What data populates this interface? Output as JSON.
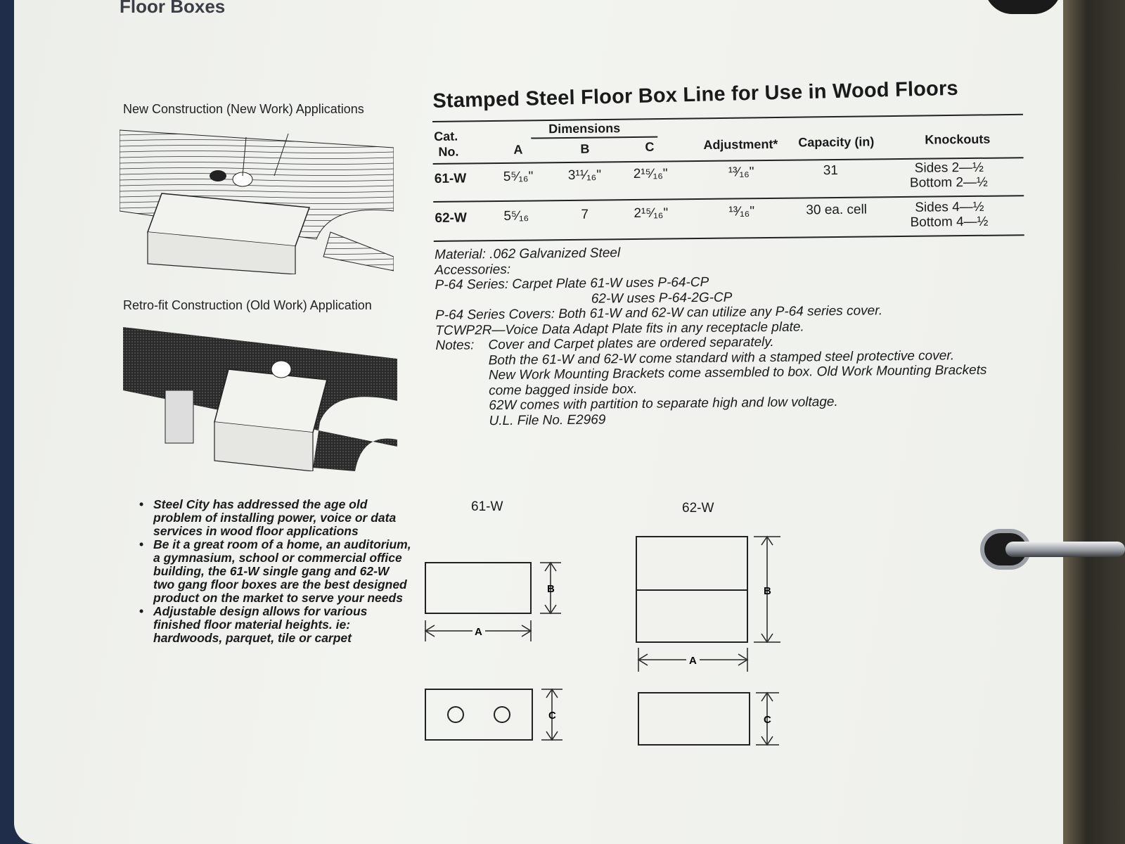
{
  "section_header": "Floor Boxes",
  "new_construction_caption": "New Construction (New Work) Applications",
  "retrofit_caption": "Retro-fit Construction (Old Work) Application",
  "title": "Stamped Steel Floor Box Line for Use in Wood Floors",
  "table": {
    "headers": {
      "cat1": "Cat.",
      "cat2": "No.",
      "dimensions": "Dimensions",
      "a": "A",
      "b": "B",
      "c": "C",
      "adjustment": "Adjustment*",
      "capacity": "Capacity (in)",
      "knockouts": "Knockouts"
    },
    "rows": [
      {
        "cat": "61-W",
        "a": "5⁵⁄₁₆\"",
        "b": "3¹¹⁄₁₆\"",
        "c": "2¹⁵⁄₁₆\"",
        "adjustment": "¹³⁄₁₆\"",
        "capacity": "31",
        "knock1": "Sides 2—½",
        "knock2": "Bottom 2—½"
      },
      {
        "cat": "62-W",
        "a": "5⁵⁄₁₆",
        "b": "7",
        "c": "2¹⁵⁄₁₆\"",
        "adjustment": "¹³⁄₁₆\"",
        "capacity": "30 ea. cell",
        "knock1": "Sides 4—½",
        "knock2": "Bottom 4—½"
      }
    ]
  },
  "notes": [
    "Material: .062 Galvanized Steel",
    "Accessories:",
    "P-64 Series: Carpet Plate  61-W uses P-64-CP",
    "62-W uses P-64-2G-CP",
    "P-64 Series Covers: Both 61-W and 62-W can utilize any P-64 series cover.",
    "TCWP2R—Voice Data Adapt Plate fits in any receptacle plate.",
    "Notes:",
    "Cover and Carpet plates are ordered separately.",
    "Both the 61-W and 62-W come standard with a stamped steel protective cover.",
    "New Work Mounting Brackets come assembled to box. Old Work Mounting Brackets",
    "come bagged inside box.",
    "62W comes with partition to separate high and low voltage.",
    "U.L. File No. E2969"
  ],
  "bullets": [
    "Steel City has addressed the age old problem of installing power, voice or data services in wood floor applications",
    "Be it a great room of a home, an auditorium, a gymnasium, school or commercial office building, the 61-W single gang and 62-W two gang floor boxes are the best designed product on the market to serve your needs",
    "Adjustable design allows for various finished floor material heights. ie: hardwoods, parquet, tile or carpet"
  ],
  "diagram": {
    "label_61w": "61-W",
    "label_62w": "62-W",
    "dim_a": "A",
    "dim_b": "B",
    "dim_c": "C"
  }
}
